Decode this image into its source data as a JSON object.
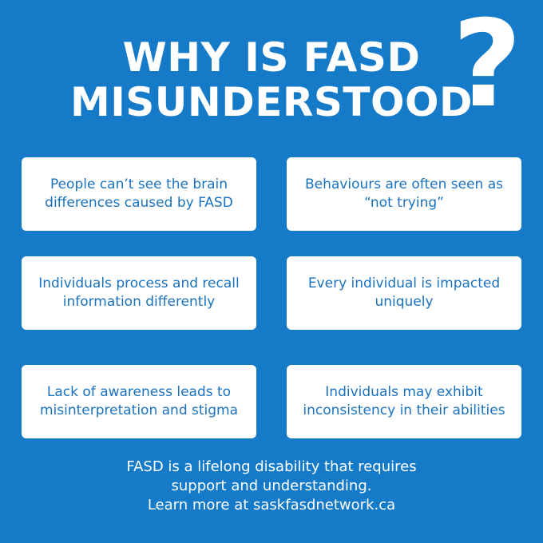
{
  "colors": {
    "background": "#157bc8",
    "card_background": "#ffffff",
    "card_text": "#1a72bf",
    "title_text": "#ffffff"
  },
  "title": {
    "line1": "WHY IS FASD",
    "line2": "MISUNDERSTOOD",
    "question_mark": "?"
  },
  "cards": [
    {
      "text": "People can’t see the brain differences caused by FASD"
    },
    {
      "text": "Behaviours are often seen as “not trying”"
    },
    {
      "text": "Individuals process and recall information differently"
    },
    {
      "text": "Every individual is impacted uniquely"
    },
    {
      "text": "Lack of awareness leads to misinterpretation and stigma"
    },
    {
      "text": "Individuals may exhibit inconsistency in their abilities"
    }
  ],
  "footer": {
    "line1": "FASD is a lifelong disability that requires",
    "line2": "support and understanding.",
    "line3": "Learn more at saskfasdnetwork.ca"
  }
}
